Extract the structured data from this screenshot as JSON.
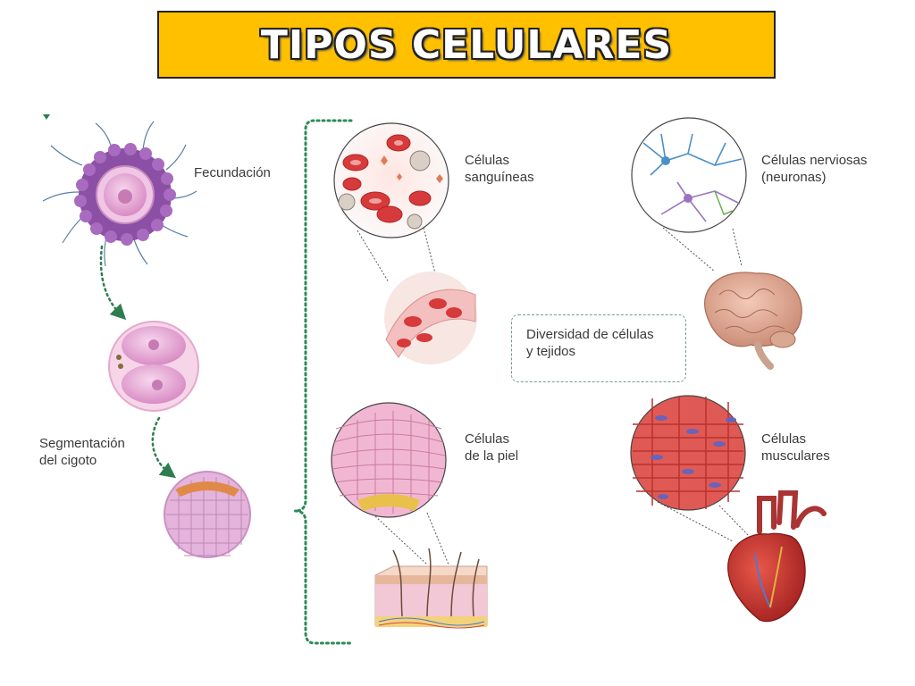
{
  "title": "TIPOS CELULARES",
  "labels": {
    "fecundacion": "Fecundación",
    "segmentacion_line1": "Segmentación",
    "segmentacion_line2": "del cigoto",
    "sanguineas_line1": "Células",
    "sanguineas_line2": "sanguíneas",
    "nerviosas_line1": "Células nerviosas",
    "nerviosas_line2": "(neuronas)",
    "piel_line1": "Células",
    "piel_line2": "de la piel",
    "musculares_line1": "Células",
    "musculares_line2": "musculares",
    "diversidad_line1": "Diversidad de células",
    "diversidad_line2": "y tejidos"
  },
  "colors": {
    "title_fill": "#ffc000",
    "arrow_green": "#2e7d4f",
    "bracket_green": "#2e8b57",
    "cell_pink": "#e7a9d3",
    "blood_red": "#d63a3a",
    "muscle_red": "#d9534f"
  }
}
